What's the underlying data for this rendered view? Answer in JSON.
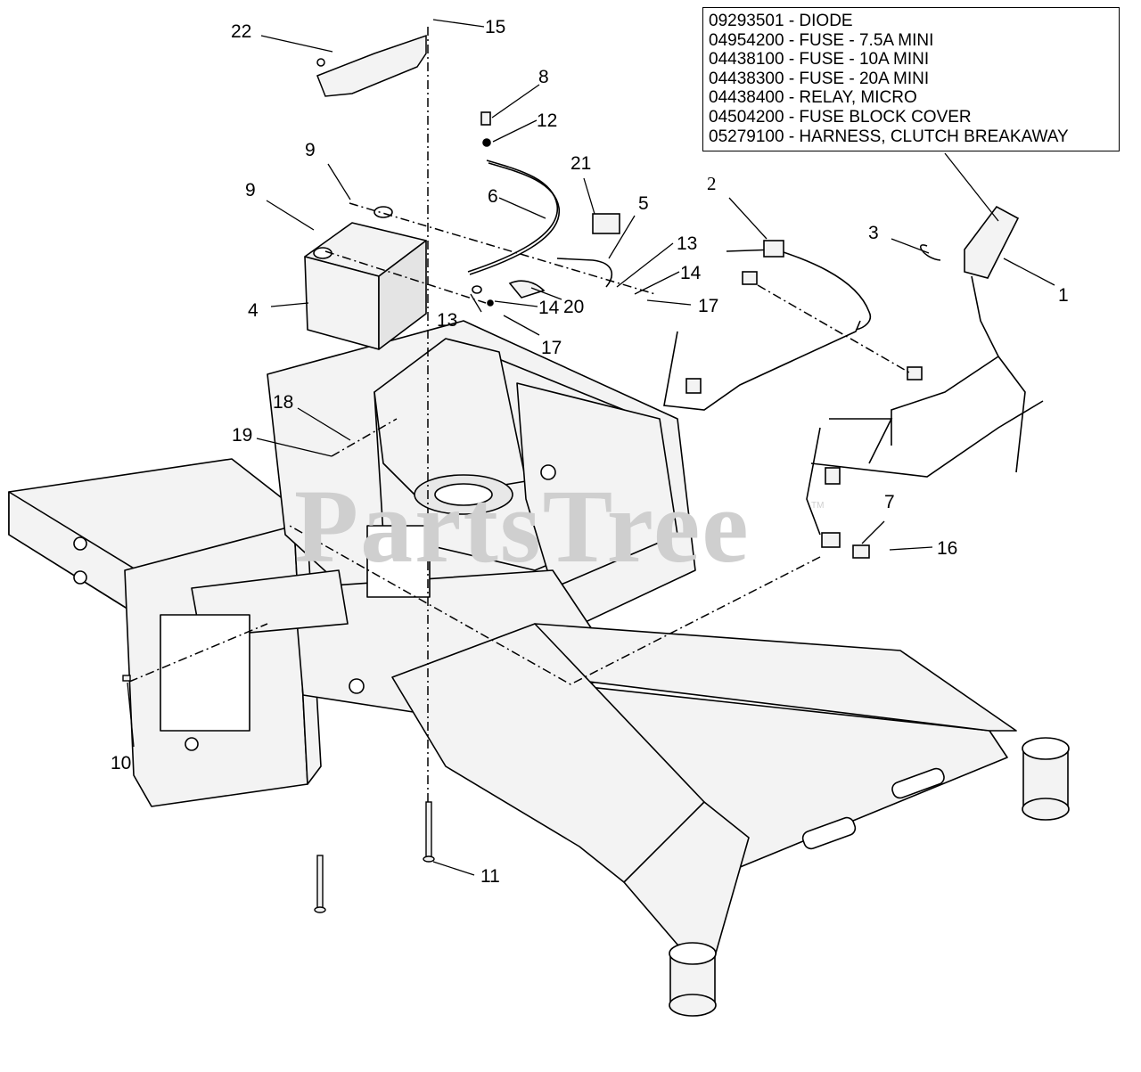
{
  "legend": {
    "lines": [
      "09293501 - DIODE",
      "04954200 - FUSE - 7.5A MINI",
      "04438100 - FUSE - 10A MINI",
      "04438300 - FUSE - 20A MINI",
      "04438400 - RELAY, MICRO",
      "04504200 - FUSE BLOCK COVER",
      "05279100 - HARNESS, CLUTCH BREAKAWAY"
    ]
  },
  "callouts": {
    "c1": "1",
    "c2": "2",
    "c3": "3",
    "c4": "4",
    "c5": "5",
    "c6": "6",
    "c7": "7",
    "c8": "8",
    "c9a": "9",
    "c9b": "9",
    "c10": "10",
    "c11": "11",
    "c12": "12",
    "c13a": "13",
    "c13b": "13",
    "c14a": "14",
    "c14b": "14",
    "c15": "15",
    "c16": "16",
    "c17a": "17",
    "c17b": "17",
    "c18": "18",
    "c19": "19",
    "c20": "20",
    "c21": "21",
    "c22": "22"
  },
  "watermark": {
    "text": "PartsTree",
    "tm": "TM"
  },
  "colors": {
    "line": "#000000",
    "frame_fill": "#f2f2f2",
    "watermark": "#cfcfcf"
  }
}
